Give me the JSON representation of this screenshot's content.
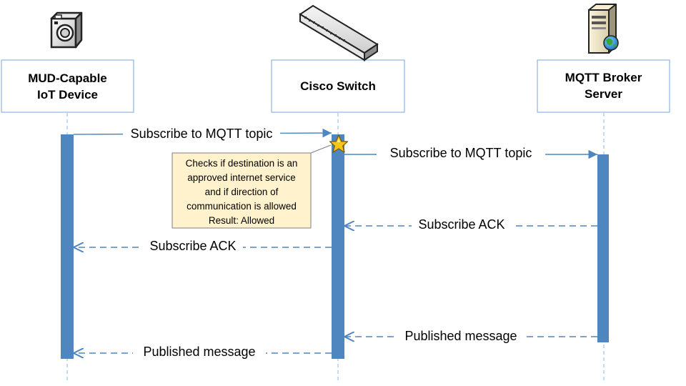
{
  "participants": [
    {
      "lines": [
        "MUD-Capable",
        "IoT Device"
      ],
      "icon": "camera-icon"
    },
    {
      "lines": [
        "Cisco Switch"
      ],
      "icon": "network-switch-icon"
    },
    {
      "lines": [
        "MQTT Broker",
        "Server"
      ],
      "icon": "server-globe-icon"
    }
  ],
  "messages": [
    {
      "text": "Subscribe to MQTT topic",
      "from": "iot",
      "to": "switch",
      "style": "solid"
    },
    {
      "text": "Subscribe to MQTT topic",
      "from": "switch",
      "to": "broker",
      "style": "solid"
    },
    {
      "text": "Subscribe ACK",
      "from": "broker",
      "to": "switch",
      "style": "dashed"
    },
    {
      "text": "Subscribe ACK",
      "from": "switch",
      "to": "iot",
      "style": "dashed"
    },
    {
      "text": "Published message",
      "from": "broker",
      "to": "switch",
      "style": "dashed"
    },
    {
      "text": "Published message",
      "from": "switch",
      "to": "iot",
      "style": "dashed"
    }
  ],
  "note": {
    "lines": [
      "Checks if destination is an",
      "approved internet service",
      "and if direction of",
      "communication is allowed",
      "Result: Allowed"
    ],
    "icon": "star-icon"
  },
  "colors": {
    "activation": "#4f86c0",
    "box_border": "#8eb4e3",
    "note_fill": "#fff2cc",
    "star": "#f5c518"
  }
}
